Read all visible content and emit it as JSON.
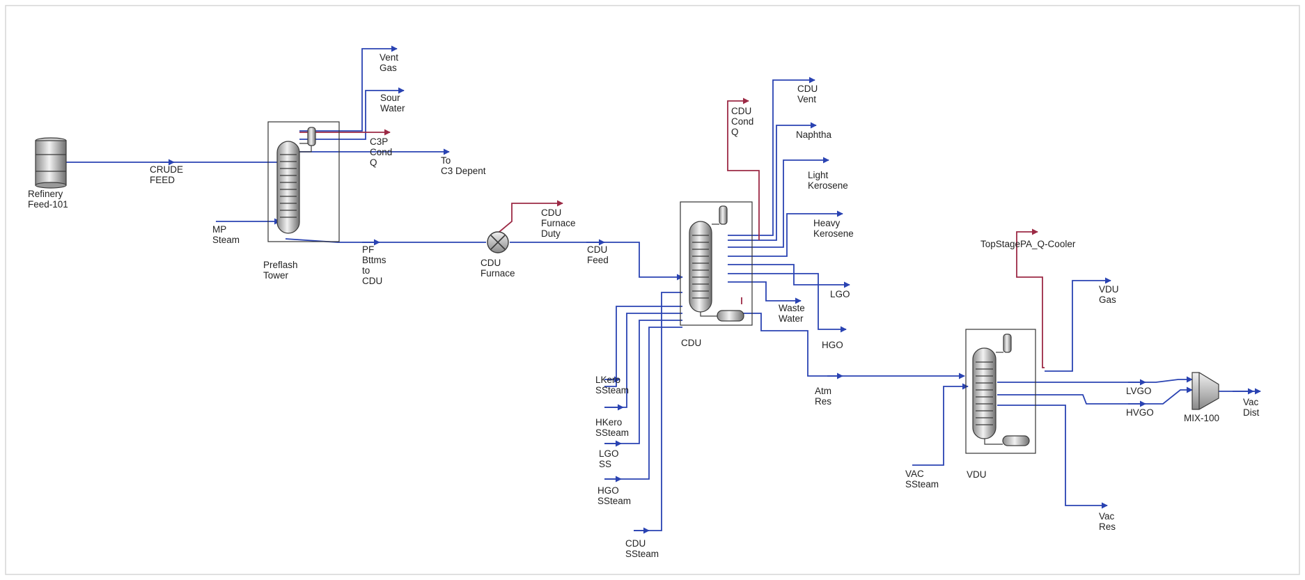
{
  "colors": {
    "material_stream": "#2a43b2",
    "energy_stream": "#9c2a45",
    "equipment_outline": "#3a3a3a",
    "frame": "#d6d6d6"
  },
  "equipment": {
    "feed": "Refinery Feed-101",
    "preflash": "Preflash Tower",
    "furnace": "CDU Furnace",
    "cdu": "CDU",
    "vdu": "VDU",
    "mixer": "MIX-100"
  },
  "streams": {
    "crude_feed": "CRUDE FEED",
    "mp_steam": "MP Steam",
    "vent_gas": "Vent Gas",
    "sour_water": "Sour Water",
    "c3p_cond_q": "C3P Cond Q",
    "to_c3_depent": "To C3 Depent",
    "pf_bttms_to_cdu": "PF Bttms to CDU",
    "cdu_furnace_duty": "CDU Furnace Duty",
    "cdu_feed": "CDU Feed",
    "cdu_cond_q": "CDU Cond Q",
    "cdu_vent": "CDU Vent",
    "naphtha": "Naphtha",
    "light_kerosene": "Light Kerosene",
    "heavy_kerosene": "Heavy Kerosene",
    "lgo": "LGO",
    "waste_water": "Waste Water",
    "hgo": "HGO",
    "lkero_ssteam": "LKero SSteam",
    "hkero_ssteam": "HKero SSteam",
    "lgo_ss": "LGO SS",
    "hgo_ssteam": "HGO SSteam",
    "cdu_ssteam": "CDU SSteam",
    "atm_res": "Atm Res",
    "topstage_pa_q_cooler": "TopStagePA_Q-Cooler",
    "vdu_gas": "VDU Gas",
    "lvgo": "LVGO",
    "hvgo": "HVGO",
    "vac_dist": "Vac Dist",
    "vac_res": "Vac Res",
    "vac_ssteam": "VAC SSteam"
  }
}
